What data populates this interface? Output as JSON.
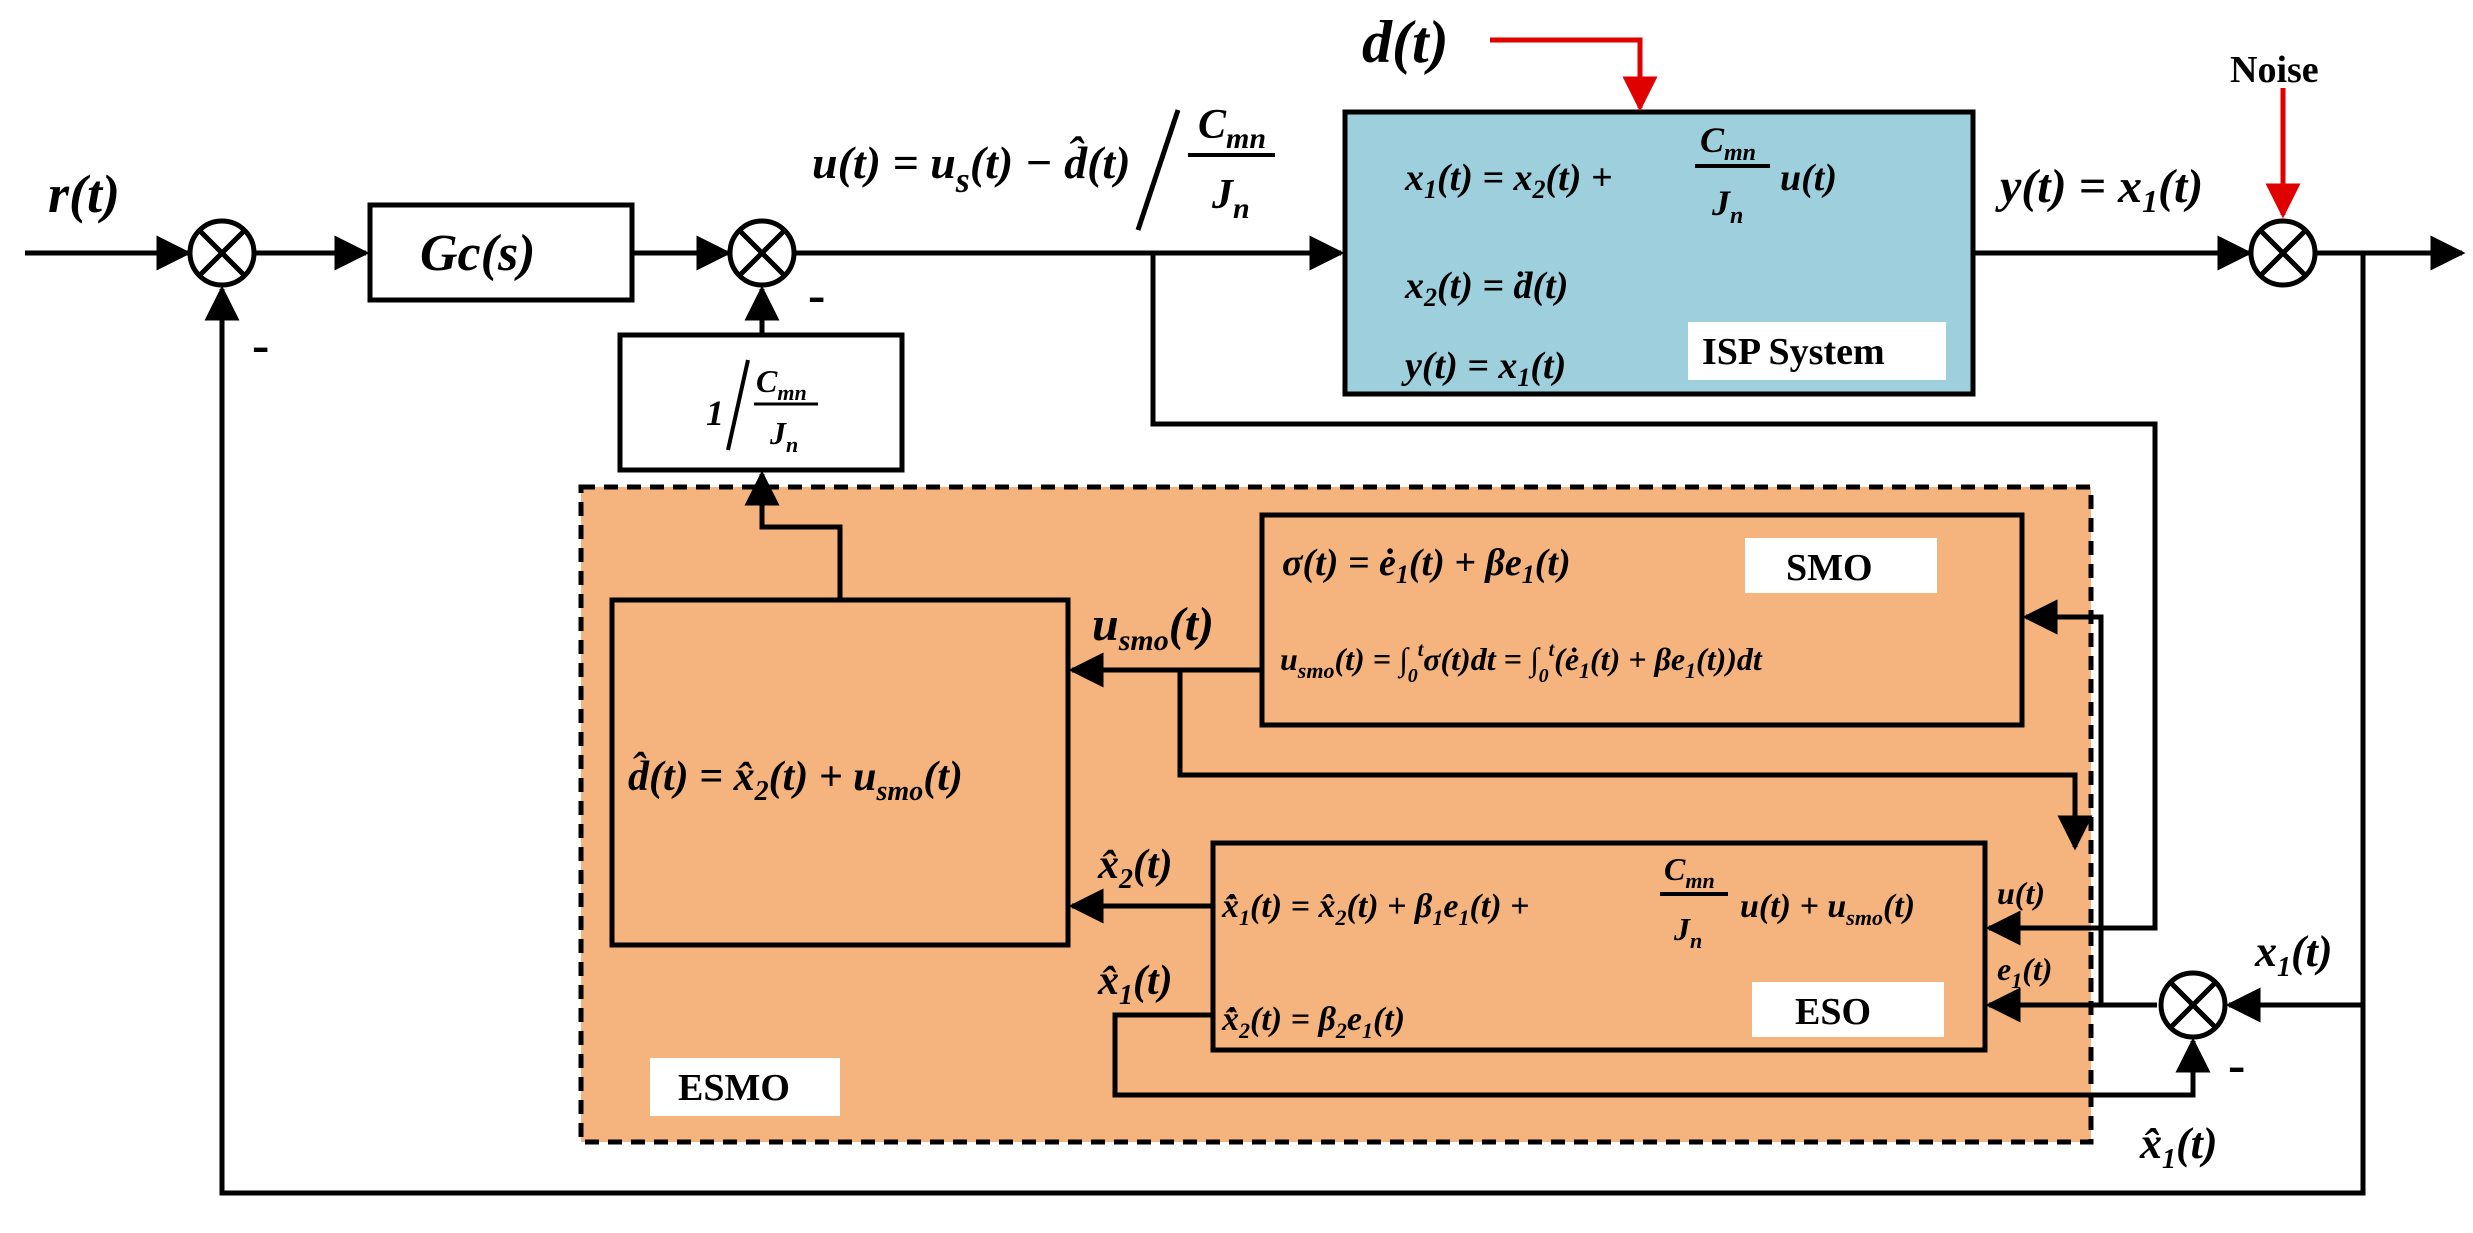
{
  "colors": {
    "plant_fill": "#9dd0dc",
    "esmo_fill": "#f5b37e",
    "disturbance_arrow": "#e00000",
    "line": "#000000"
  },
  "inputs": {
    "reference": "r(t)",
    "disturbance": "d(t)",
    "noise": "Noise"
  },
  "controller": {
    "gc": "Gc(s)"
  },
  "control_law": {
    "lhs": "u(t) = u",
    "sub_s": "s",
    "rhs": "(t) − d̂(t)",
    "frac_num": "C",
    "frac_num_sub": "mn",
    "frac_den": "J",
    "frac_den_sub": "n"
  },
  "gain_block": {
    "one": "1",
    "num": "C",
    "num_sub": "mn",
    "den": "J",
    "den_sub": "n"
  },
  "plant": {
    "name": "ISP System",
    "eq1_a": "x",
    "eq1_b": "(t) = x",
    "eq1_c": "(t) +",
    "eq1_frac_num": "C",
    "eq1_frac_num_sub": "mn",
    "eq1_frac_den": "J",
    "eq1_frac_den_sub": "n",
    "eq1_d": "u(t)",
    "eq2": "x",
    "eq2_rest": "(t) = ḋ(t)",
    "eq3": "y(t) = x",
    "eq3_rest": "(t)"
  },
  "output": {
    "lhs": "y(t) = x",
    "rest": "(t)"
  },
  "signs": {
    "minus": "-"
  },
  "esmo": {
    "name": "ESMO",
    "estimator": {
      "lhs": "d̂(t) = x̂",
      "mid": "(t) + u",
      "sub_smo": "smo",
      "end": "(t)"
    },
    "smo": {
      "name": "SMO",
      "eq1": "σ(t) = ė",
      "eq1_mid": "(t) + βe",
      "eq1_end": "(t)",
      "eq2_a": "u",
      "eq2_sub": "smo",
      "eq2_b": "(t) = ∫",
      "eq2_c": "σ(t)dt = ∫",
      "eq2_d": "(ė",
      "eq2_e": "(t) + βe",
      "eq2_f": "(t))dt",
      "int_lo": "0",
      "int_hi": "t"
    },
    "eso": {
      "name": "ESO",
      "eq1_a": "x̂̇",
      "eq1_b": "(t) = x̂",
      "eq1_c": "(t) + β",
      "eq1_d": "e",
      "eq1_e": "(t) +",
      "eq1_frac_num": "C",
      "eq1_frac_num_sub": "mn",
      "eq1_frac_den": "J",
      "eq1_frac_den_sub": "n",
      "eq1_f": "u(t) + u",
      "eq1_sub_smo": "smo",
      "eq1_g": "(t)",
      "eq2_a": "x̂̇",
      "eq2_b": "(t) = β",
      "eq2_c": "e",
      "eq2_d": "(t)"
    },
    "signals": {
      "usmo": "u",
      "usmo_sub": "smo",
      "usmo_end": "(t)",
      "x2hat": "x̂",
      "x1hat": "x̂",
      "t_paren": "(t)",
      "u_in": "u(t)",
      "e1_in": "e",
      "e1_rest": "(t)"
    }
  },
  "feedback": {
    "x1": "x",
    "x1hat": "x̂",
    "t_paren": "(t)",
    "one": "1",
    "two": "2"
  }
}
